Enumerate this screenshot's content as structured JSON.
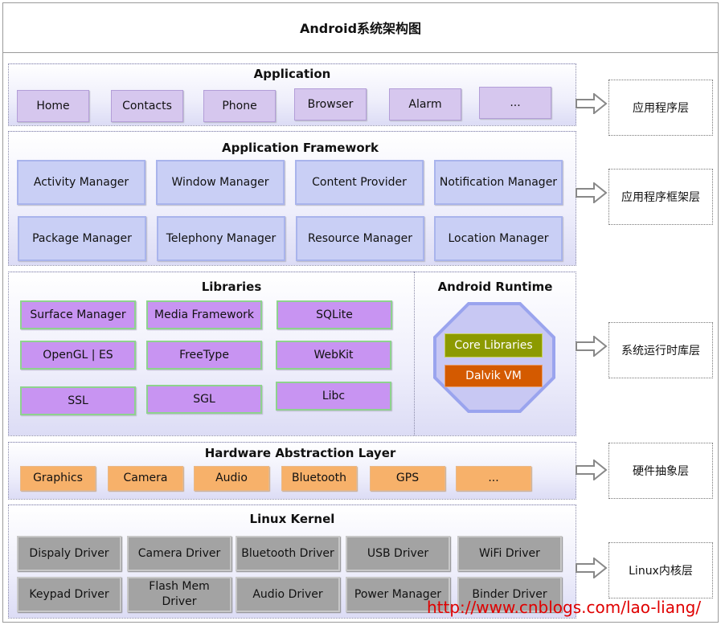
{
  "title": "Android系统架构图",
  "layers": {
    "application": {
      "title": "Application",
      "items": [
        "Home",
        "Contacts",
        "Phone",
        "Browser",
        "Alarm",
        "..."
      ]
    },
    "framework": {
      "title": "Application Framework",
      "items": [
        "Activity Manager",
        "Window Manager",
        "Content Provider",
        "Notification Manager",
        "Package Manager",
        "Telephony Manager",
        "Resource Manager",
        "Location Manager"
      ]
    },
    "libraries": {
      "title": "Libraries",
      "items": [
        "Surface Manager",
        "Media Framework",
        "SQLite",
        "OpenGL | ES",
        "FreeType",
        "WebKit",
        "SSL",
        "SGL",
        "Libc"
      ]
    },
    "runtime": {
      "title": "Android Runtime",
      "core": "Core Libraries",
      "vm": "Dalvik VM"
    },
    "hal": {
      "title": "Hardware Abstraction Layer",
      "items": [
        "Graphics",
        "Camera",
        "Audio",
        "Bluetooth",
        "GPS",
        "..."
      ]
    },
    "kernel": {
      "title": "Linux Kernel",
      "items": [
        "Dispaly Driver",
        "Camera Driver",
        "Bluetooth Driver",
        "USB Driver",
        "WiFi Driver",
        "Keypad Driver",
        "Flash Mem Driver",
        "Audio Driver",
        "Power Manager",
        "Binder Driver"
      ]
    }
  },
  "side_labels": [
    "应用程序层",
    "应用程序框架层",
    "系统运行时库层",
    "硬件抽象层",
    "Linux内核层"
  ],
  "watermark": "http://www.cnblogs.com/lao-liang/",
  "colors": {
    "app_box": "#d6c7ee",
    "framework_box": "#c9cff5",
    "library_box": "#c894f2",
    "runtime_octagon": "#c8c8f3",
    "core_libraries": "#8c9a00",
    "dalvik_vm": "#d45a00",
    "hal_box": "#f7b16a",
    "kernel_box": "#a3a3a3",
    "watermark": "#e00000"
  }
}
